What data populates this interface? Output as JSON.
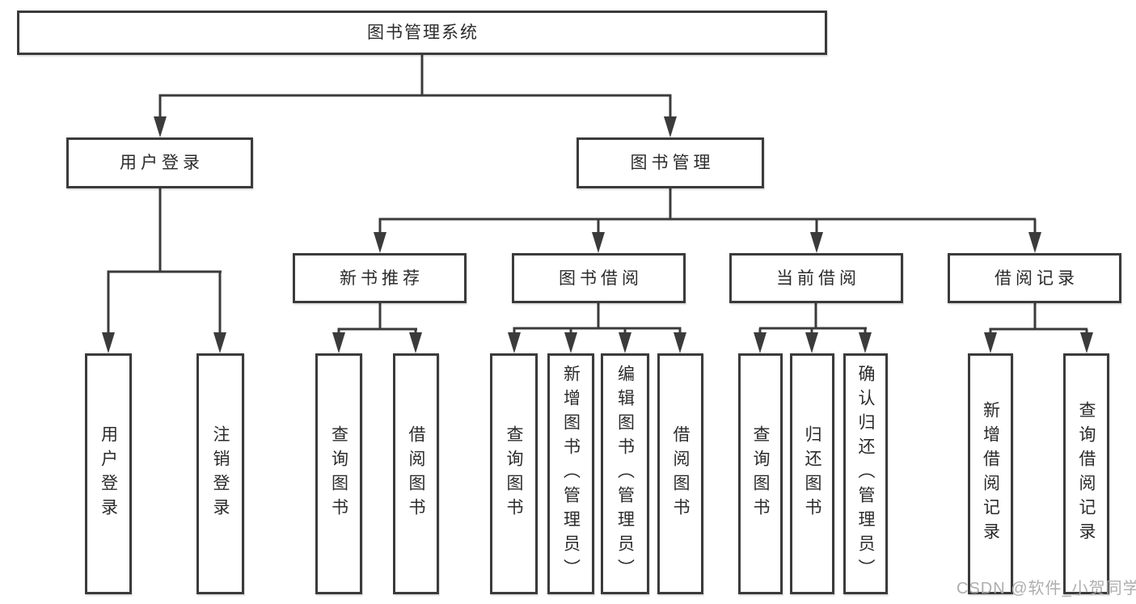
{
  "colors": {
    "line": "#3b3b3b",
    "box_border": "#3b3b3b",
    "text": "#2b2b2b",
    "background": "#ffffff",
    "watermark": "#a8a8a8"
  },
  "watermark": {
    "text": "CSDN @软件_小贺同学"
  },
  "tree": {
    "label": "图书管理系统",
    "children": [
      {
        "label": "用户登录",
        "children": [
          {
            "label": "用户登录"
          },
          {
            "label": "注销登录"
          }
        ]
      },
      {
        "label": "图书管理",
        "children": [
          {
            "label": "新书推荐",
            "children": [
              {
                "label": "查询图书"
              },
              {
                "label": "借阅图书"
              }
            ]
          },
          {
            "label": "图书借阅",
            "children": [
              {
                "label": "查询图书"
              },
              {
                "label": "新增图书（管理员）"
              },
              {
                "label": "编辑图书（管理员）"
              },
              {
                "label": "借阅图书"
              }
            ]
          },
          {
            "label": "当前借阅",
            "children": [
              {
                "label": "查询图书"
              },
              {
                "label": "归还图书"
              },
              {
                "label": "确认归还（管理员）"
              }
            ]
          },
          {
            "label": "借阅记录",
            "children": [
              {
                "label": "新增借阅记录"
              },
              {
                "label": "查询借阅记录"
              }
            ]
          }
        ]
      }
    ]
  }
}
